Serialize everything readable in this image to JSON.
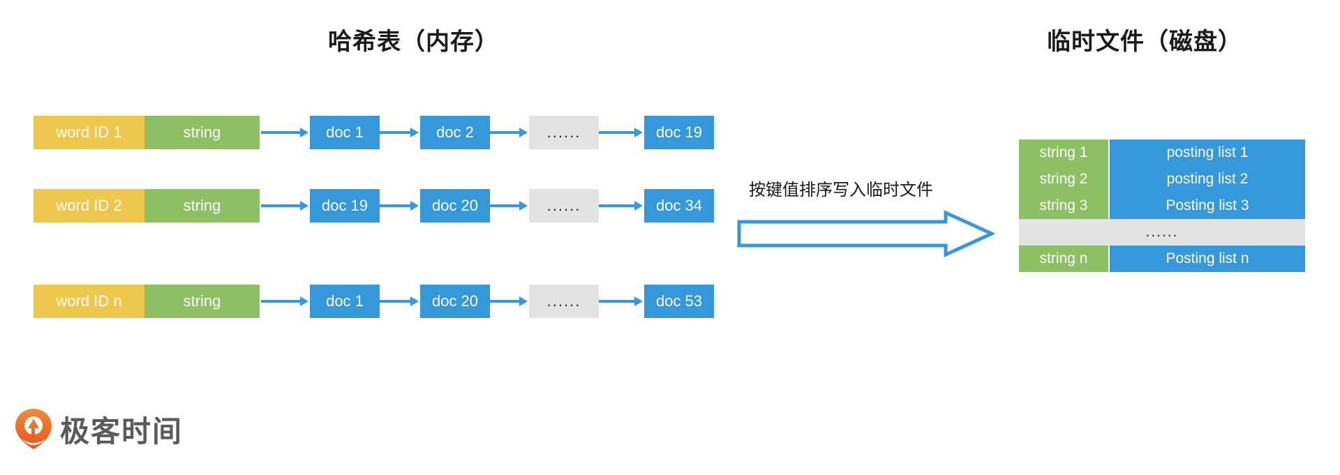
{
  "titles": {
    "left": "哈希表（内存）",
    "right": "临时文件（磁盘）"
  },
  "transfer": {
    "caption": "按键值排序写入临时文件",
    "arrow_icon": "block-arrow-right-icon"
  },
  "hash_table": {
    "rows": [
      {
        "key": "word ID 1",
        "value": "string",
        "docs": [
          "doc 1",
          "doc 2",
          "......",
          "doc 19"
        ]
      },
      {
        "key": "word ID 2",
        "value": "string",
        "docs": [
          "doc 19",
          "doc 20",
          "......",
          "doc 34"
        ]
      },
      {
        "key": "word ID n",
        "value": "string",
        "docs": [
          "doc 1",
          "doc 20",
          "......",
          "doc 53"
        ]
      }
    ]
  },
  "temp_file": {
    "rows": [
      {
        "key": "string 1",
        "value": "posting list 1",
        "filler": false
      },
      {
        "key": "string 2",
        "value": "posting list 2",
        "filler": false
      },
      {
        "key": "string 3",
        "value": "Posting list 3",
        "filler": false
      },
      {
        "key": "......",
        "value": "",
        "filler": true
      },
      {
        "key": "string n",
        "value": "Posting list n",
        "filler": false
      }
    ]
  },
  "logo": {
    "text": "极客时间",
    "icon": "geektime-pin-icon"
  },
  "colors": {
    "key_yellow": "#efc74c",
    "key_green": "#8cc063",
    "blue": "#3498db",
    "grey": "#e3e3e3",
    "logo_orange": "#ed6f2e",
    "logo_text": "#5a5a5a"
  }
}
